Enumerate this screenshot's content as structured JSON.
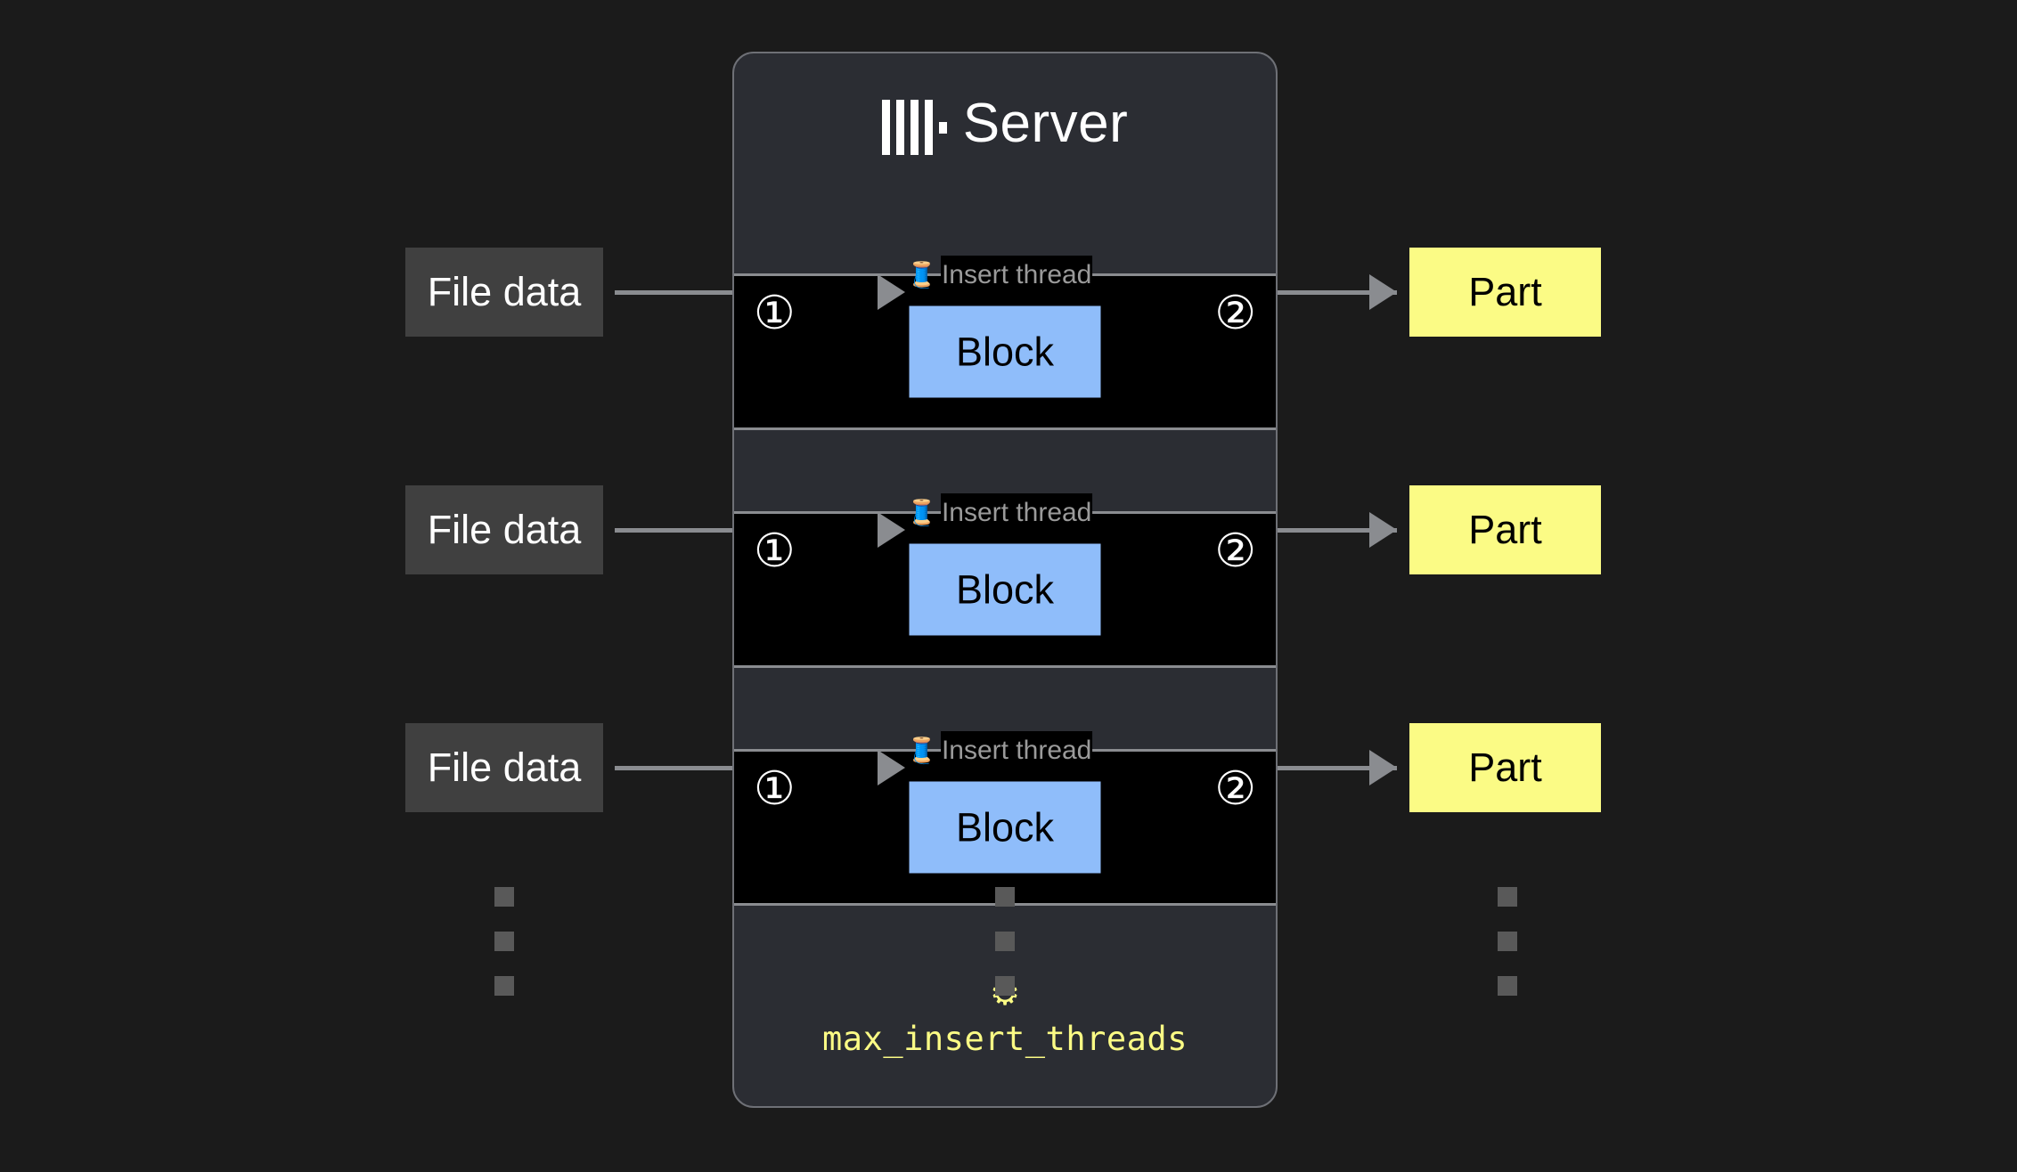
{
  "diagram": {
    "background_color": "#1b1b1b"
  },
  "server": {
    "title": "Server",
    "logo_icon": "clickhouse-bars-logo-icon",
    "card_color": "#2b2d33",
    "border_color": "#6e7076",
    "threads": [
      {
        "label": "Insert thread",
        "spool_icon": "🧵",
        "block_label": "Block",
        "block_color": "#8fbdfa",
        "step_in": "①",
        "step_out": "②"
      },
      {
        "label": "Insert thread",
        "spool_icon": "🧵",
        "block_label": "Block",
        "block_color": "#8fbdfa",
        "step_in": "①",
        "step_out": "②"
      },
      {
        "label": "Insert thread",
        "spool_icon": "🧵",
        "block_label": "Block",
        "block_color": "#8fbdfa",
        "step_in": "①",
        "step_out": "②"
      }
    ],
    "setting": {
      "gear_icon": "⚙",
      "name": "max_insert_threads",
      "color": "#fbfb85"
    },
    "ellipsis_icon": "vertical-ellipsis-squares"
  },
  "inputs": [
    {
      "label": "File data",
      "color": "#404040"
    },
    {
      "label": "File data",
      "color": "#404040"
    },
    {
      "label": "File data",
      "color": "#404040"
    }
  ],
  "outputs": [
    {
      "label": "Part",
      "color": "#fbfb85"
    },
    {
      "label": "Part",
      "color": "#fbfb85"
    },
    {
      "label": "Part",
      "color": "#fbfb85"
    }
  ],
  "connectors": {
    "line_color": "#8a8c90",
    "in_arrow_icon": "arrow-right-icon",
    "out_arrow_icon": "arrow-right-icon"
  }
}
